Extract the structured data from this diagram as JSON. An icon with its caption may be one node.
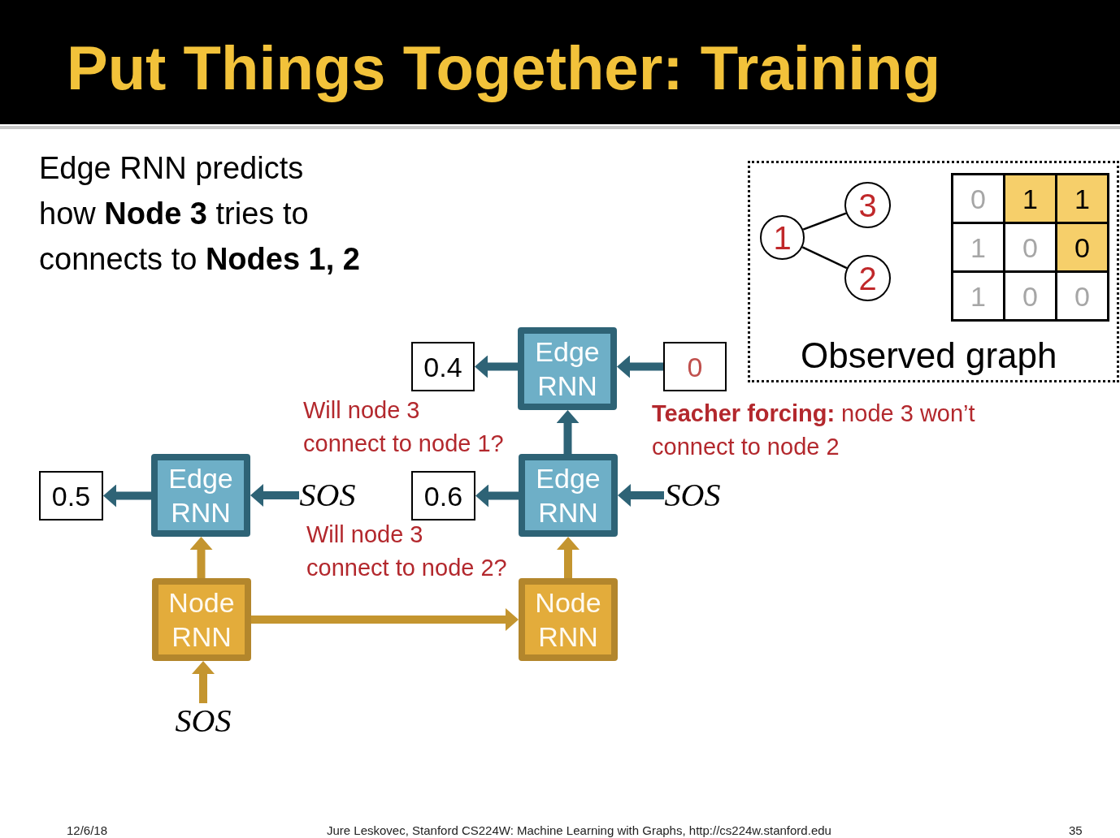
{
  "diagram": {
    "title": "Put Things Together: Training",
    "nodes": [
      {
        "text": [
          "Observed graph"
        ]
      },
      {
        "text": [
          "1"
        ],
        "in": 0
      },
      {
        "text": [
          "3"
        ],
        "in": 0
      },
      {
        "text": [
          "2"
        ],
        "in": 0
      },
      {
        "text": [
          "0.4"
        ]
      },
      {
        "text": [
          "Edge RNN"
        ]
      },
      {
        "text": [
          "0"
        ]
      },
      {
        "text": [
          "0.5"
        ]
      },
      {
        "text": [
          "Edge RNN"
        ]
      },
      {
        "text": [
          "SOS"
        ]
      },
      {
        "text": [
          "0.6"
        ]
      },
      {
        "text": [
          "Edge RNN"
        ]
      },
      {
        "text": [
          "SOS"
        ]
      },
      {
        "text": [
          "Node RNN"
        ]
      },
      {
        "text": [
          "Node RNN"
        ]
      },
      {
        "text": [
          "SOS"
        ]
      }
    ],
    "edges": [
      {
        "from": 1,
        "to": 2,
        "arrow": "none",
        "color": "#000000"
      },
      {
        "from": 1,
        "to": 3,
        "arrow": "none",
        "color": "#000000"
      },
      {
        "from": 5,
        "to": 4,
        "arrow": "to"
      },
      {
        "from": 6,
        "to": 5,
        "arrow": "to"
      },
      {
        "from": 11,
        "to": 5,
        "arrow": "to"
      },
      {
        "from": 8,
        "to": 7,
        "arrow": "to"
      },
      {
        "from": 9,
        "to": 8,
        "arrow": "to"
      },
      {
        "from": 11,
        "to": 10,
        "arrow": "to"
      },
      {
        "from": 12,
        "to": 11,
        "arrow": "to"
      },
      {
        "from": 13,
        "to": 8,
        "arrow": "to",
        "color": "#c4952f"
      },
      {
        "from": 14,
        "to": 11,
        "arrow": "to",
        "color": "#c4952f"
      },
      {
        "from": 15,
        "to": 13,
        "arrow": "to",
        "color": "#c4952f"
      },
      {
        "from": 13,
        "to": 14,
        "arrow": "to",
        "color": "#c4952f"
      }
    ],
    "labels": [
      "Edge RNN predicts how **Node 3** tries to connects to **Nodes 1, 2**",
      "0",
      "1",
      "1",
      "1",
      "0",
      "0",
      "1",
      "0",
      "0",
      "Will node 3 connect to node 1?",
      "**Teacher forcing:** node 3 won’t connect to node 2",
      "Will node 3 connect to node 2?",
      "12/6/18",
      "Jure Leskovec, Stanford CS224W: Machine Learning with Graphs, http://cs224w.stanford.edu",
      "35"
    ]
  }
}
